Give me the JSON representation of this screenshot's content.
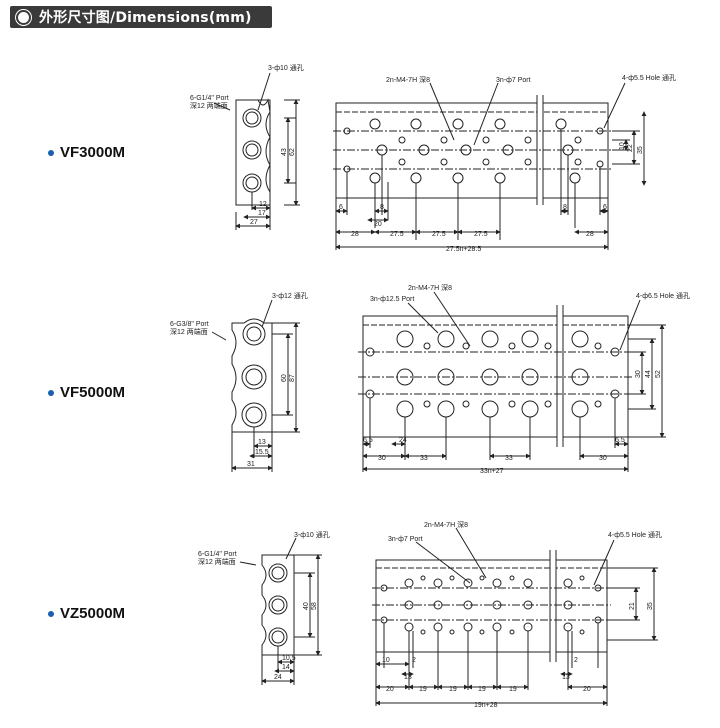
{
  "header": {
    "title": "外形尺寸图/Dimensions(mm)"
  },
  "models": [
    {
      "name": "VF3000M",
      "dot_color": "#1a5fb4"
    },
    {
      "name": "VF5000M",
      "dot_color": "#1a5fb4"
    },
    {
      "name": "VZ5000M",
      "dot_color": "#1a5fb4"
    }
  ],
  "vf3000": {
    "side": {
      "top_hole": "3-ф10 通孔",
      "port": "6-G1/4\" Port",
      "port_depth": "深12 两端面",
      "h1": "43",
      "h2": "62",
      "w1": "12",
      "w2": "17",
      "w3": "27"
    },
    "front": {
      "tapped": "2n-M4-7H 深8",
      "port": "3n-ф7 Port",
      "hole": "4-ф5.5 Hole 通孔",
      "v1": "10",
      "v2": "22",
      "v3": "35",
      "d_6a": "6",
      "d_8a": "8",
      "d_20a": "20",
      "d_28a": "28",
      "d_275a": "27.5",
      "d_275b": "27.5",
      "d_275c": "27.5",
      "d_8b": "8",
      "d_6b": "6",
      "d_28b": "28",
      "total": "27.5n+28.5"
    }
  },
  "vf5000": {
    "side": {
      "top_hole": "3-ф12 通孔",
      "port": "6-G3/8\" Port",
      "port_depth": "深12 两端面",
      "h1": "60",
      "h2": "87",
      "w1": "13",
      "w2": "15.5",
      "w3": "31"
    },
    "front": {
      "tapped": "2n-M4-7H 深8",
      "port": "3n-ф12.5 Port",
      "hole": "4-ф6.5 Hole 通孔",
      "v1": "30",
      "v2": "44",
      "v3": "52",
      "d_65a": "6.5",
      "d_24": "24",
      "d_30a": "30",
      "d_33a": "33",
      "d_33b": "33",
      "d_65b": "6.5",
      "d_30b": "30",
      "total": "33n+27"
    }
  },
  "vz5000": {
    "side": {
      "top_hole": "3-ф10 通孔",
      "port": "6-G1/4\" Port",
      "port_depth": "深12 两端面",
      "h1": "40",
      "h2": "58",
      "w1": "10.5",
      "w2": "14",
      "w3": "24"
    },
    "front": {
      "tapped": "2n-M4-7H 深8",
      "port": "3n-ф7 Port",
      "hole": "4-ф5.5 Hole 通孔",
      "v1": "21",
      "v2": "35",
      "d_10": "10",
      "d_2a": "2",
      "d_13a": "13",
      "d_20a": "20",
      "d_19a": "19",
      "d_19b": "19",
      "d_19c": "19",
      "d_19d": "19",
      "d_2b": "2",
      "d_13b": "13",
      "d_20b": "20",
      "total": "19n+28"
    }
  }
}
